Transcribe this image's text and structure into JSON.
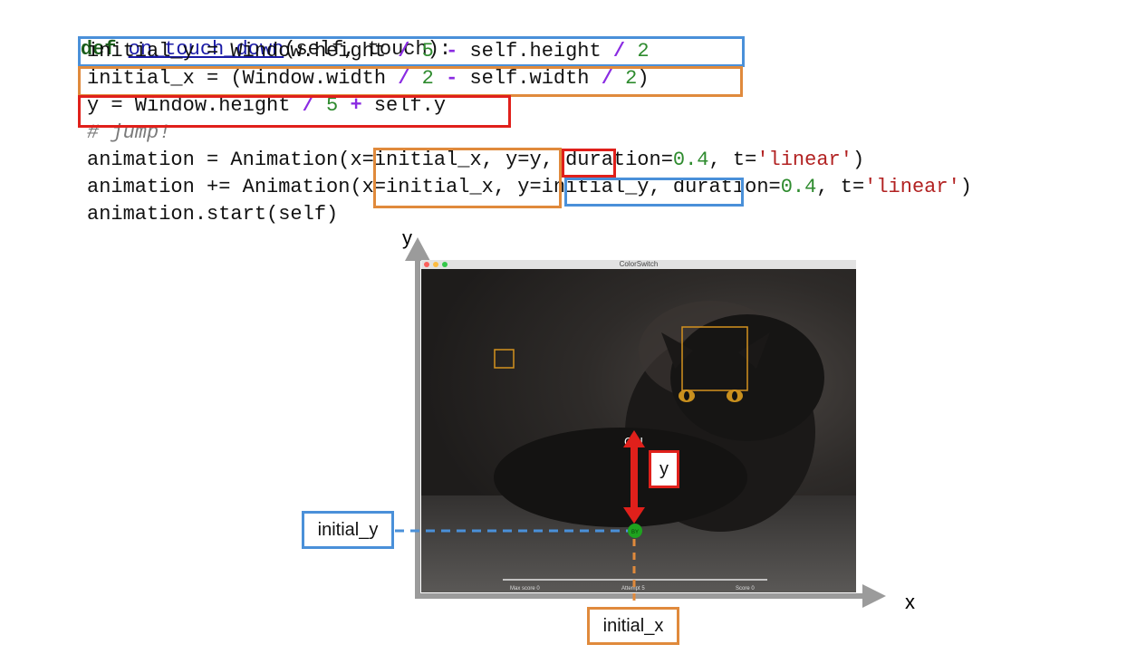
{
  "code": {
    "line1": {
      "kw": "def",
      "fn": "on_touch_down",
      "rest": "(self, touch):"
    },
    "line2": {
      "a": "initial_y = Window.height ",
      "op1": "/",
      "n1": " 5 ",
      "op2": "-",
      "b": " self.height ",
      "op3": "/",
      "n2": " 2"
    },
    "line3": {
      "a": "initial_x = (Window.width ",
      "op1": "/",
      "n1": " 2 ",
      "op2": "-",
      "b": " self.width ",
      "op3": "/",
      "n2": " 2",
      "c": ")"
    },
    "line4": {
      "a": "y = Window.height ",
      "op1": "/",
      "n1": " 5 ",
      "op2": "+",
      "b": " self.y"
    },
    "line5": {
      "cmt": "# jump!"
    },
    "line6": {
      "a": "animation = Animation(x=initial_x, y=y, duration=",
      "n": "0.4",
      "b": ", t=",
      "s": "'linear'",
      "c": ")"
    },
    "line7": {
      "a": "animation += Animation(x=initial_x, y=initial_y, duration=",
      "n": "0.4",
      "b": ", t=",
      "s": "'linear'",
      "c": ")"
    },
    "line8": {
      "a": "animation.start(self)"
    }
  },
  "axes": {
    "x_label": "x",
    "y_label": "y"
  },
  "app": {
    "title": "ColorSwitch",
    "go_text": "Go!",
    "hud": {
      "max_score": "Max score 0",
      "attempt": "Attempt 5",
      "score": "Score 0"
    },
    "ball_text": "BY"
  },
  "callouts": {
    "initial_y": "initial_y",
    "initial_x": "initial_x",
    "y": "y"
  },
  "colors": {
    "blue": "#4a90d9",
    "orange": "#e08a3c",
    "red": "#e0201b"
  }
}
